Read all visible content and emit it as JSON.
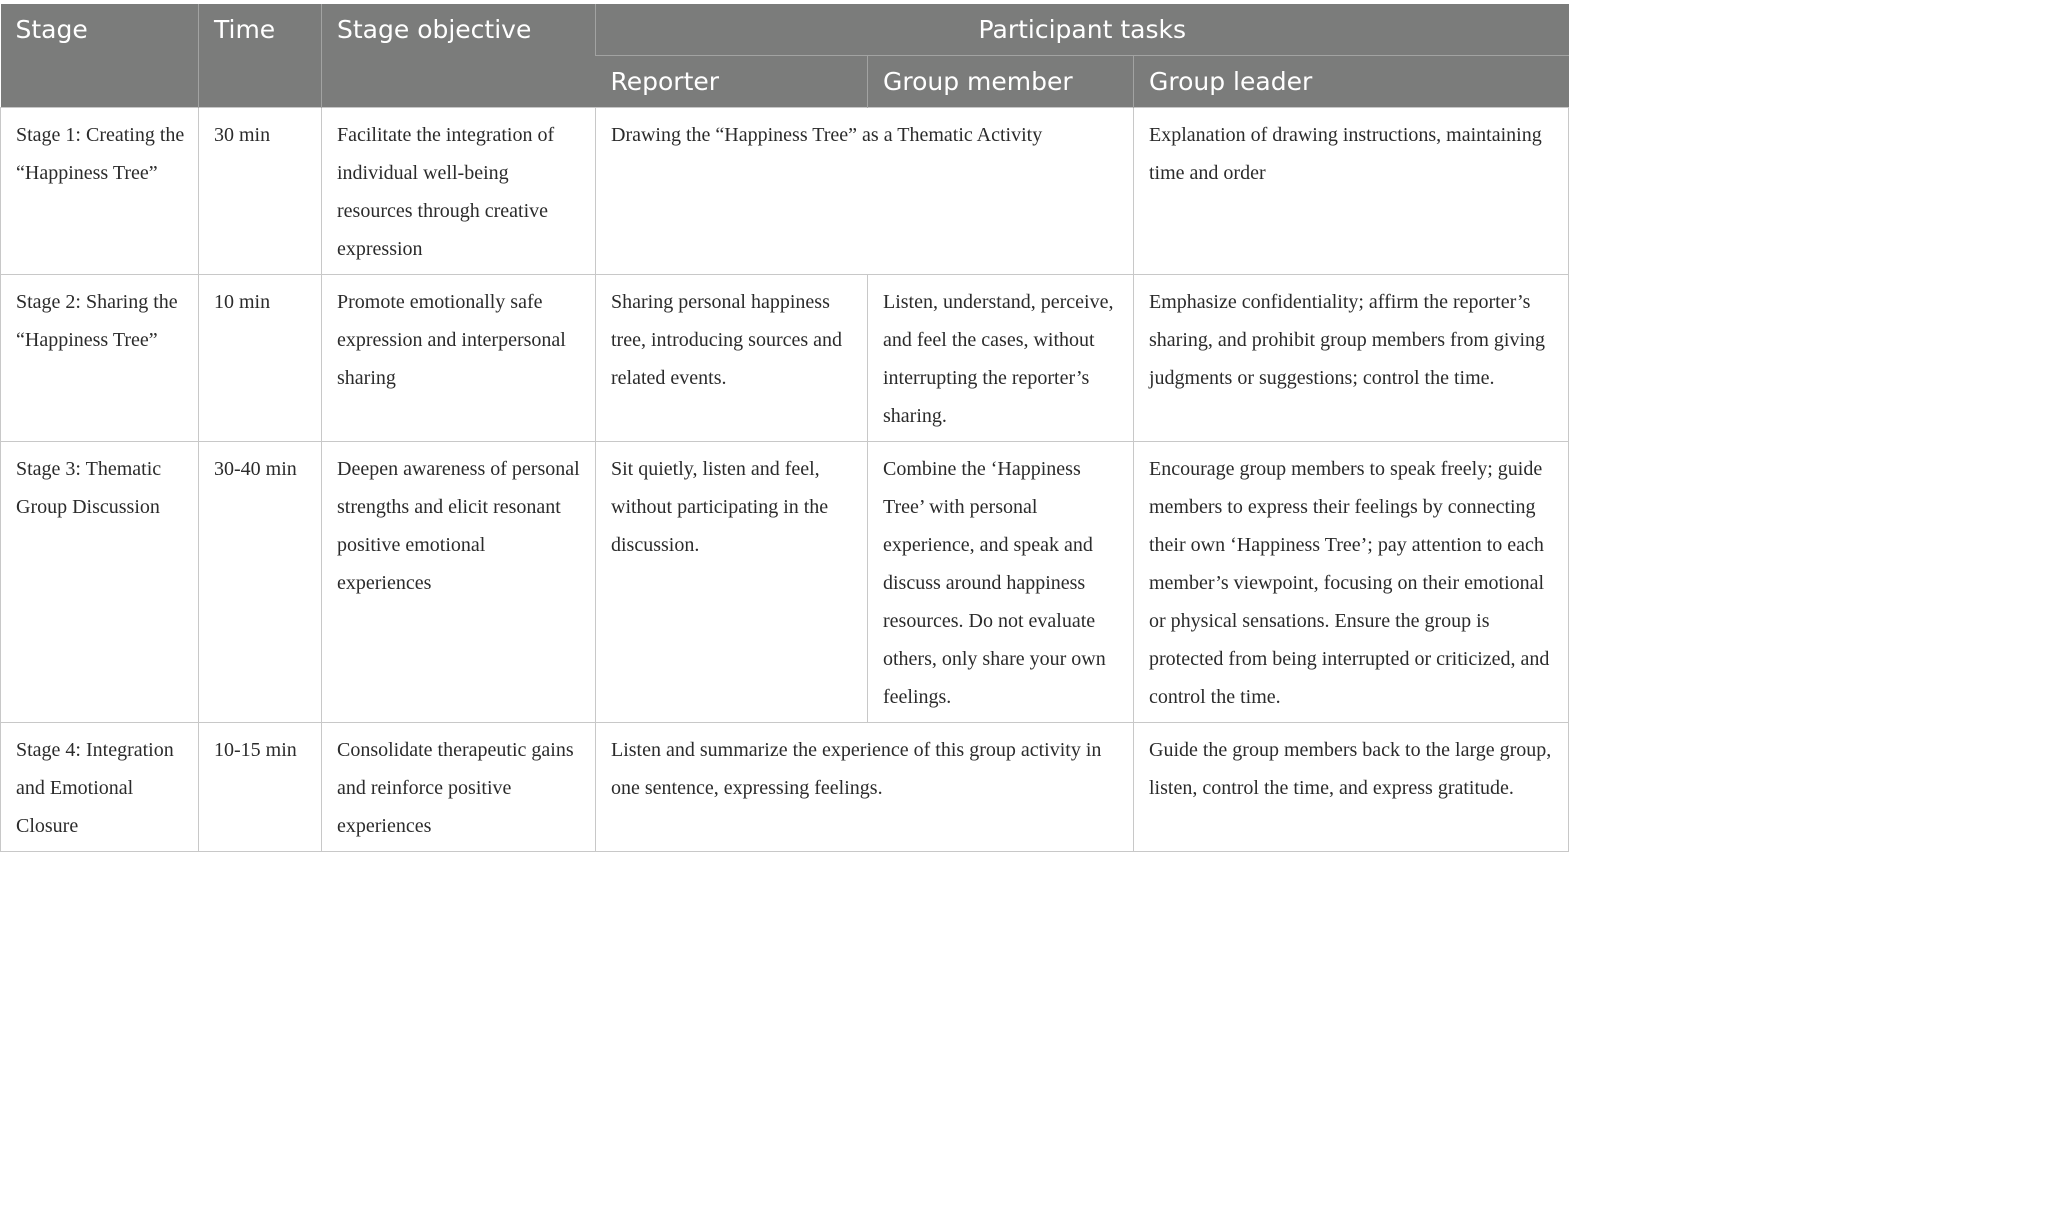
{
  "header": {
    "stage": "Stage",
    "time": "Time",
    "objective": "Stage objective",
    "participant_tasks": "Participant tasks",
    "reporter": "Reporter",
    "group_member": "Group member",
    "group_leader": "Group leader"
  },
  "rows": [
    {
      "stage": "Stage 1: Creating the “Happiness Tree”",
      "time": "30 min",
      "objective": "Facilitate the integration of individual well-being resources through creative expression",
      "reporter_member": "Drawing the “Happiness Tree” as a Thematic Activity",
      "leader": "Explanation of drawing instructions, maintaining time and order"
    },
    {
      "stage": "Stage 2: Sharing the “Happiness Tree”",
      "time": "10 min",
      "objective": "Promote emotionally safe expression and interpersonal sharing",
      "reporter": "Sharing personal happiness tree, introducing sources and related events.",
      "member": "Listen, understand, perceive, and feel the cases, without interrupting the reporter’s sharing.",
      "leader": "Emphasize confidentiality; affirm the reporter’s sharing, and prohibit group members from giving judgments or suggestions; control the time."
    },
    {
      "stage": "Stage 3: Thematic Group Discussion",
      "time": "30-40 min",
      "objective": "Deepen awareness of personal strengths and elicit resonant positive emotional experiences",
      "reporter": "Sit quietly, listen and feel, without participating in the discussion.",
      "member": "Combine the ‘Happiness Tree’ with personal experience, and speak and discuss around happiness resources. Do not evaluate others, only share your own feelings.",
      "leader": "Encourage group members to speak freely; guide members to express their feelings by connecting their own ‘Happiness Tree’; pay attention to each member’s viewpoint, focusing on their emotional or physical sensations. Ensure the group is protected from being interrupted or criticized, and control the time."
    },
    {
      "stage": "Stage 4: Integration and Emotional Closure",
      "time": "10-15 min",
      "objective": "Consolidate therapeutic gains and reinforce positive experiences",
      "reporter_member": "Listen and summarize the experience of this group activity in one sentence, expressing feelings.",
      "leader": "Guide the group members back to the large group, listen, control the time, and express gratitude."
    }
  ]
}
